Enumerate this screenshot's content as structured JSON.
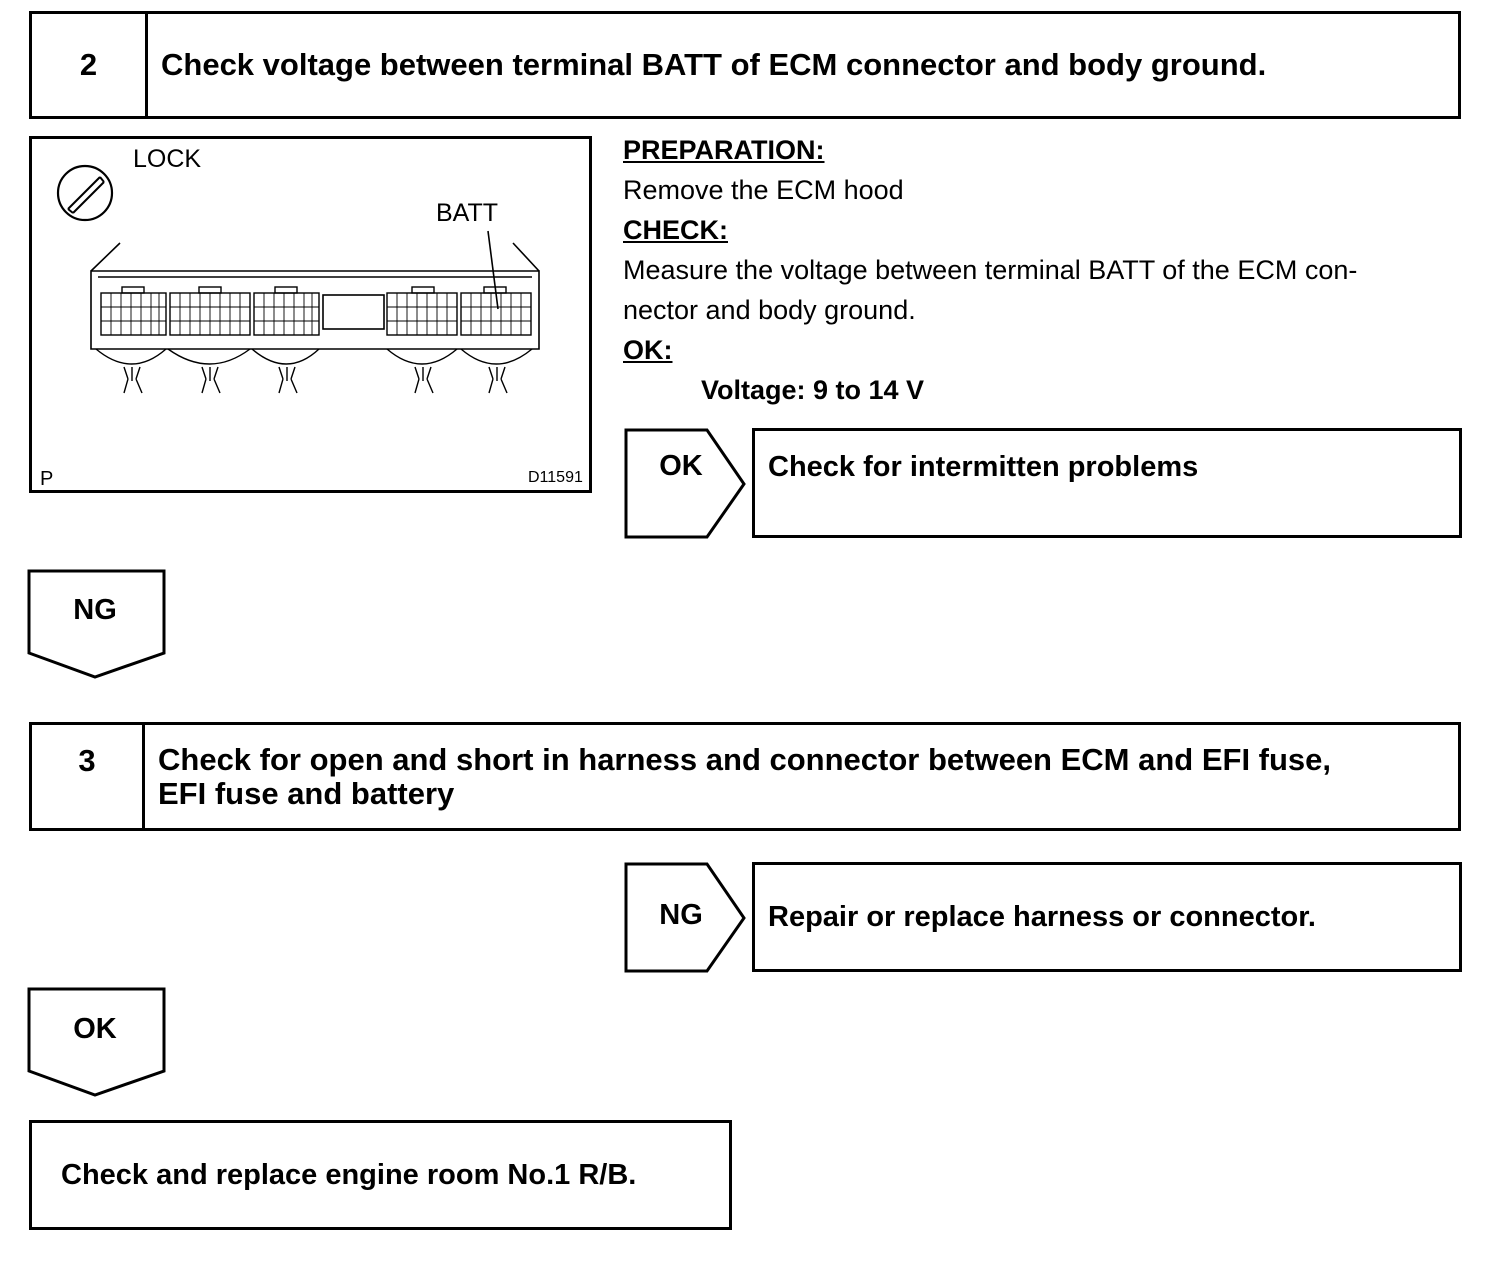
{
  "step2": {
    "number": "2",
    "title": "Check voltage between terminal BATT of ECM connector and body ground."
  },
  "figure": {
    "lock_label": "LOCK",
    "batt_label": "BATT",
    "corner_label": "P",
    "code": "D11591"
  },
  "instructions": {
    "preparation_heading": "PREPARATION:",
    "preparation_text": "Remove the ECM hood",
    "check_heading": "CHECK:",
    "check_line1": "Measure the voltage between terminal BATT of the ECM con-",
    "check_line2": "nector and body ground.",
    "ok_heading": "OK:",
    "ok_spec": "Voltage: 9 to 14 V"
  },
  "step2_ok": {
    "tag": "OK",
    "result": "Check for intermitten problems"
  },
  "step2_ng": {
    "tag": "NG"
  },
  "step3": {
    "number": "3",
    "title_line1": "Check for open and short in harness and connector between ECM and EFI fuse,",
    "title_line2": "EFI fuse and battery"
  },
  "step3_ng": {
    "tag": "NG",
    "result": "Repair or replace harness or connector."
  },
  "step3_ok": {
    "tag": "OK"
  },
  "final": {
    "text": "Check and replace engine room No.1 R/B."
  }
}
